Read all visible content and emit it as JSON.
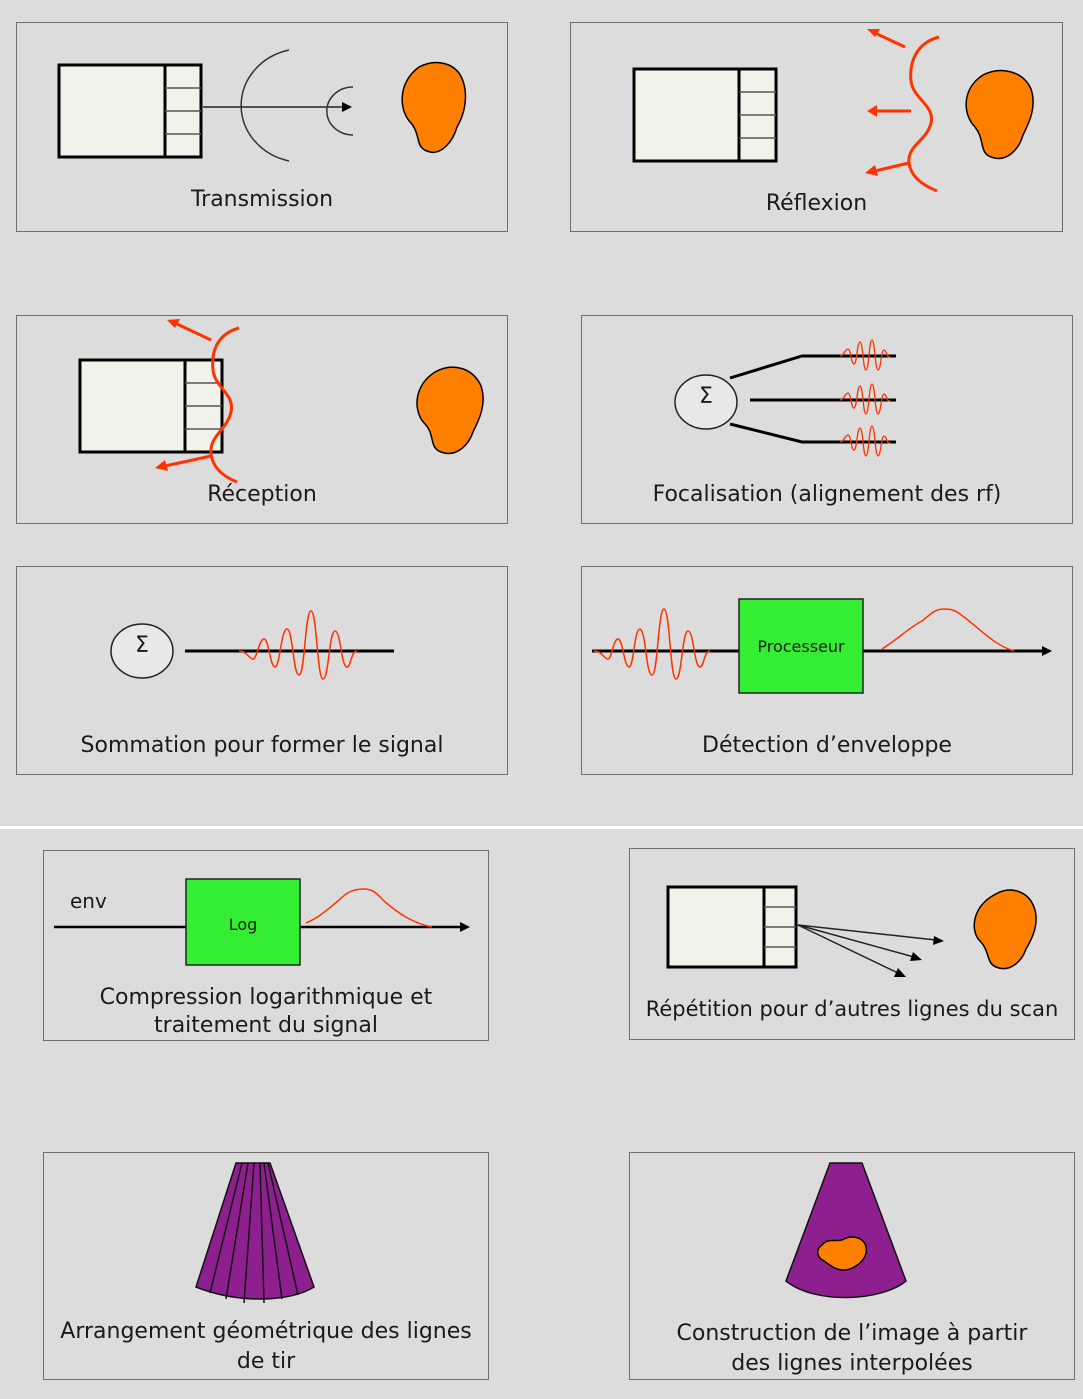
{
  "panels": {
    "transmission": {
      "caption": "Transmission"
    },
    "reflexion": {
      "caption": "Réflexion"
    },
    "reception": {
      "caption": "Réception"
    },
    "focalisation": {
      "caption": "Focalisation (alignement des rf)",
      "sum_symbol": "Σ"
    },
    "sommation": {
      "caption": "Sommation pour former le signal",
      "sum_symbol": "Σ"
    },
    "detection": {
      "caption": "Détection d’enveloppe",
      "box_label": "Processeur"
    },
    "compression": {
      "caption_line1": "Compression logarithmique et",
      "caption_line2": "traitement du signal",
      "input_label": "env",
      "box_label": "Log"
    },
    "repetition": {
      "caption": "Répétition pour d’autres lignes du scan"
    },
    "arrangement": {
      "caption_line1": "Arrangement géométrique des lignes",
      "caption_line2": "de tir"
    },
    "construction": {
      "caption_line1": "Construction de l’image à partir",
      "caption_line2": "des lignes interpolées"
    }
  },
  "colors": {
    "background": "#dcdcdc",
    "transducer_fill": "#f2f2ea",
    "target_orange": "#ff7f00",
    "wave_red": "#ff3300",
    "processor_green": "#33ee33",
    "sector_purple": "#8e1f8e"
  }
}
